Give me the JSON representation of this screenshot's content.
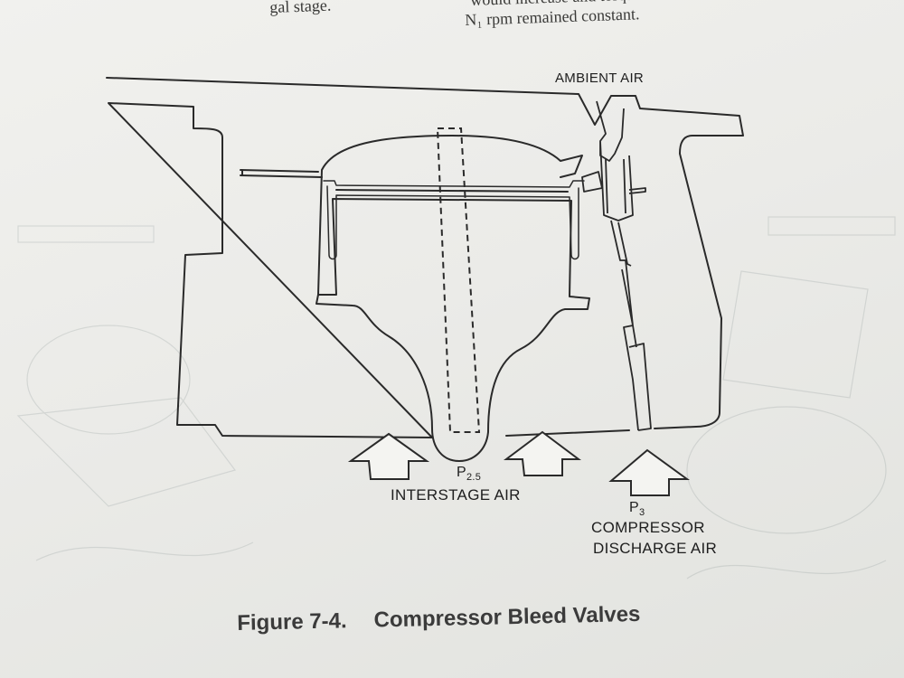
{
  "page": {
    "prev_text_left": "gal stage.",
    "prev_text_right_1": "would increase and torque decrease while",
    "prev_text_right_2": "N₁ rpm remained constant."
  },
  "diagram": {
    "ambient_air": "AMBIENT AIR",
    "p25_main": "P",
    "p25_sub": "2.5",
    "interstage_air": "INTERSTAGE AIR",
    "p3_main": "P",
    "p3_sub": "3",
    "compressor": "COMPRESSOR",
    "discharge_air": "DISCHARGE AIR"
  },
  "caption": {
    "number": "Figure 7-4.",
    "title": "Compressor Bleed Valves"
  }
}
